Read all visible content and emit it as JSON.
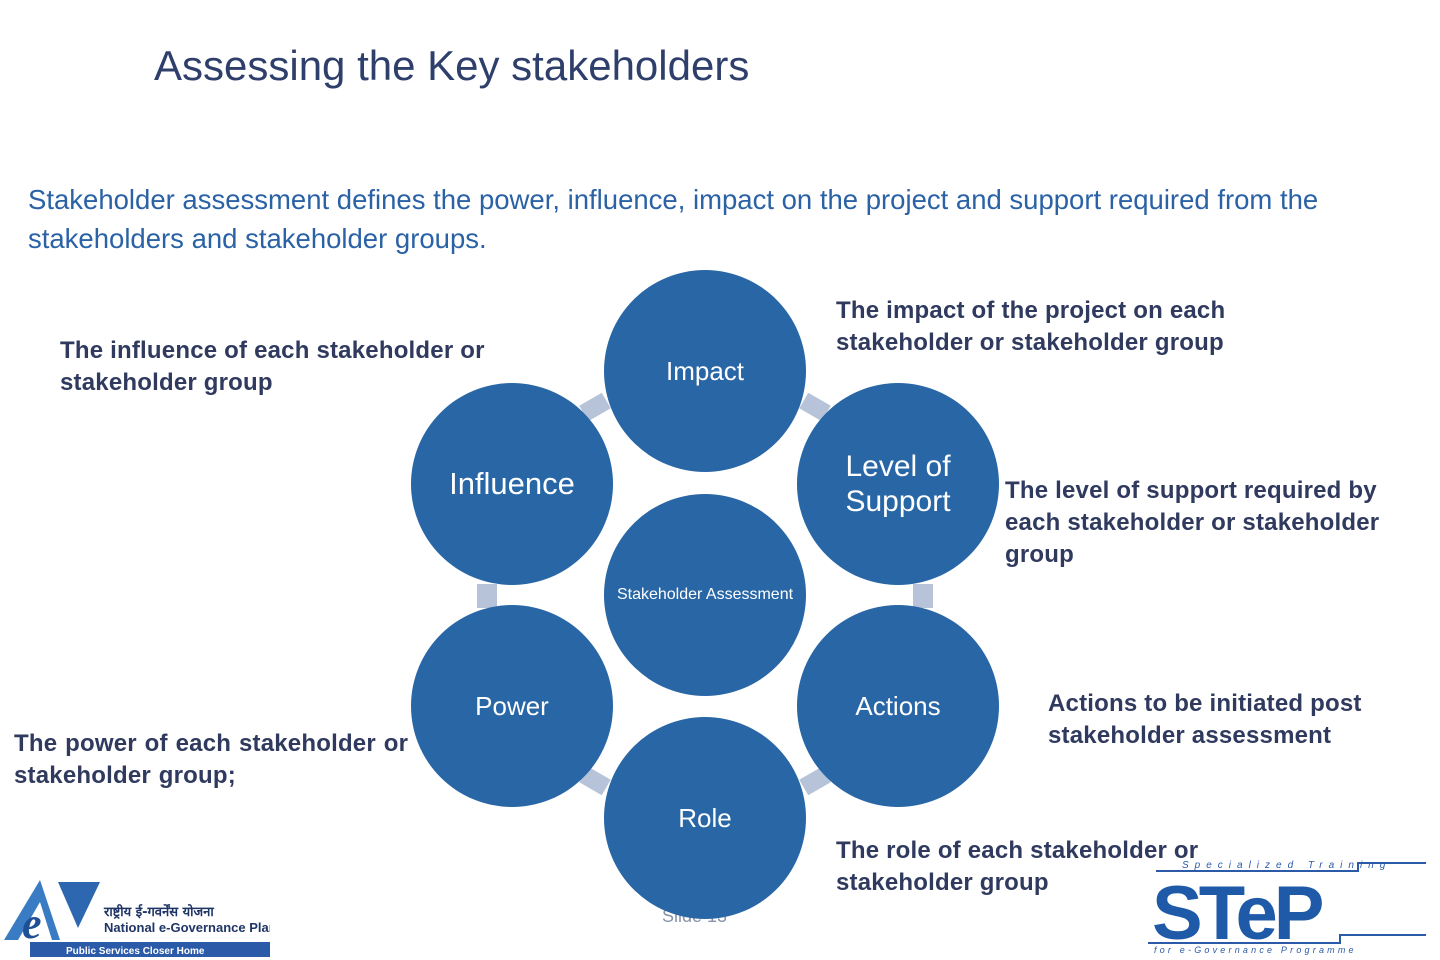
{
  "slide": {
    "title": "Assessing the Key stakeholders",
    "subtitle": "Stakeholder assessment defines the power, influence, impact on the project and support required from the stakeholders and stakeholder groups.",
    "slide_number": "Slide 13"
  },
  "diagram": {
    "center": "Stakeholder Assessment",
    "nodes": {
      "impact": "Impact",
      "support": "Level of Support",
      "actions": "Actions",
      "role": "Role",
      "power": "Power",
      "influence": "Influence"
    },
    "annotations": {
      "impact": "The impact of the project on each stakeholder or stakeholder group",
      "influence": "The influence of each stakeholder or stakeholder group",
      "support": "The level of support required by each stakeholder or stakeholder group",
      "actions": "Actions to be initiated post stakeholder assessment",
      "power": "The power of each stakeholder or stakeholder group;",
      "role": "The role of each stakeholder or stakeholder group"
    }
  },
  "logos": {
    "egov_hindi": "राष्ट्रीय ई-गवर्नेंस योजना",
    "egov_name": "National e-Governance Plan",
    "egov_tagline": "Public Services Closer Home",
    "step_top": "Specialized Training",
    "step_bottom": "for e-Governance Programme"
  },
  "colors": {
    "node_fill": "#2866a6",
    "connector": "#b7c3d8",
    "title": "#2f3f6b",
    "subtitle": "#2a62a5",
    "annotation": "#2f3a5e"
  }
}
